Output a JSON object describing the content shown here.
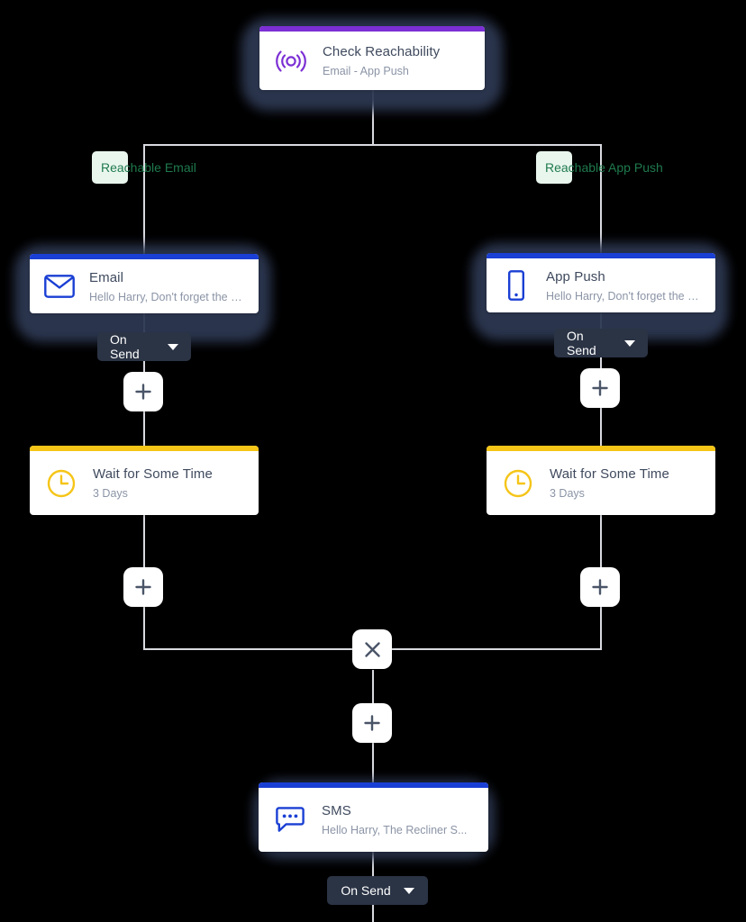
{
  "canvas": {
    "background_color": "#000000",
    "connector_color": "#d9dae0"
  },
  "colors": {
    "purple_accent": "#7c2fd4",
    "blue_accent": "#1a3fd4",
    "yellow_accent": "#f5c518",
    "pill_dark": "#2b3445",
    "glow": "#2d3852",
    "title_text": "#3f4a5e",
    "sub_text": "#8b94a6",
    "branch_label_bg": "#e9f6ee",
    "branch_label_text": "#1f7a4d"
  },
  "nodes": {
    "check_reachability": {
      "title": "Check Reachability",
      "subtitle": "Email - App Push",
      "icon": "broadcast-icon",
      "accent": "#7c2fd4",
      "selected": true
    },
    "email": {
      "title": "Email",
      "subtitle": "Hello Harry, Don't forget the Recliner...",
      "icon": "envelope-icon",
      "accent": "#1a3fd4",
      "selected": true,
      "trigger_label": "On Send"
    },
    "app_push": {
      "title": "App Push",
      "subtitle": "Hello Harry, Don't forget the Recliner...",
      "icon": "mobile-icon",
      "accent": "#1a3fd4",
      "selected": true,
      "trigger_label": "On Send"
    },
    "wait_left": {
      "title": "Wait for Some Time",
      "subtitle": "3 Days",
      "icon": "clock-icon",
      "accent": "#f5c518",
      "selected": false
    },
    "wait_right": {
      "title": "Wait for Some Time",
      "subtitle": "3 Days",
      "icon": "clock-icon",
      "accent": "#f5c518",
      "selected": false
    },
    "sms": {
      "title": "SMS",
      "subtitle": "Hello Harry, The Recliner S...",
      "icon": "chat-bubble-icon",
      "accent": "#1a3fd4",
      "selected": true,
      "trigger_label": "On Send"
    }
  },
  "branches": [
    {
      "id": "reachable-email",
      "label": "Reachable Email"
    },
    {
      "id": "reachable-app-push",
      "label": "Reachable App Push"
    }
  ],
  "buttons": {
    "add_label": "+",
    "merge_label": "×"
  }
}
